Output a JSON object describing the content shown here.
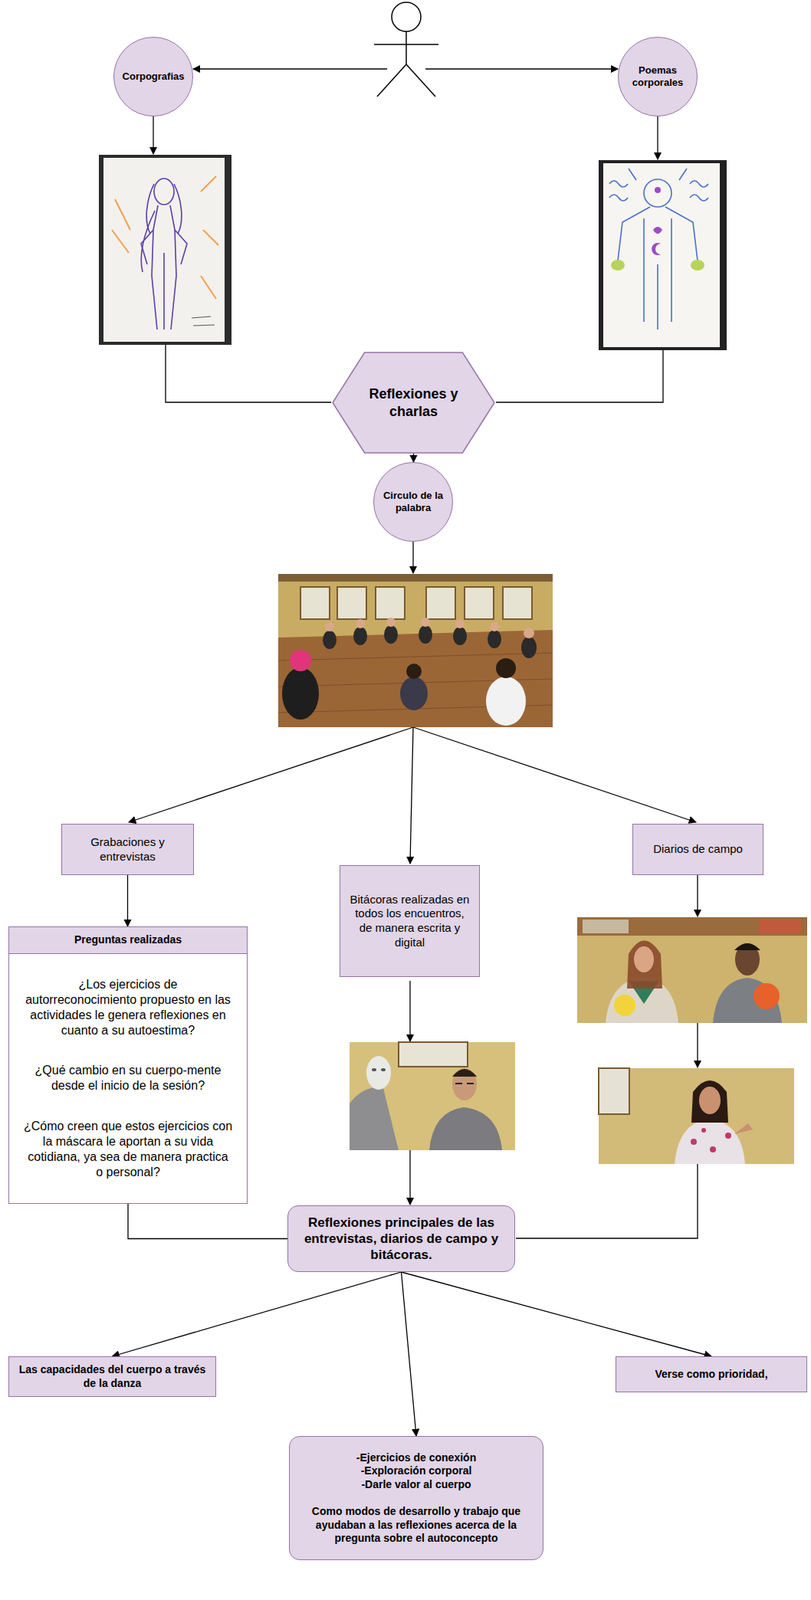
{
  "diagram": {
    "nodes": [
      {
        "text": [
          "Corpografias"
        ]
      },
      {
        "text": [
          "Poemas corporales"
        ]
      },
      {
        "text": [
          "Reflexiones y charlas"
        ]
      },
      {
        "text": [
          "Circulo de la palabra"
        ]
      },
      {
        "text": [
          "Grabaciones y entrevistas"
        ]
      },
      {
        "text": [
          "Bitácoras realizadas en todos los encuentros, de manera escrita y digital"
        ]
      },
      {
        "text": [
          "Diarios de campo"
        ]
      },
      {
        "text": [
          "Preguntas realizadas",
          "¿Los ejercicios de autorreconocimiento propuesto en las actividades le genera reflexiones en cuanto a su autoestima?",
          "¿Qué cambio en su cuerpo-mente desde el inicio de la sesión?",
          "¿Cómo creen que estos ejercicios con la máscara le aportan a su vida cotidiana, ya sea de manera practica o personal?"
        ]
      },
      {
        "text": [
          "Reflexiones principales de las entrevistas, diarios de campo y bitácoras."
        ]
      },
      {
        "text": [
          "Las capacidades del cuerpo a través de la danza"
        ]
      },
      {
        "text": [
          "-Ejercicios de conexión",
          "-Exploración corporal",
          "-Darle valor al cuerpo",
          "Como modos de desarrollo y trabajo que ayudaban a las reflexiones acerca de la pregunta sobre el autoconcepto"
        ]
      },
      {
        "text": [
          "Verse como prioridad,"
        ]
      }
    ],
    "edges": [
      {
        "from": 2,
        "to": 3,
        "arrow": "to"
      },
      {
        "from": 4,
        "to": 7,
        "arrow": "to"
      },
      {
        "from": 7,
        "to": 8,
        "arrow": "none"
      },
      {
        "from": 8,
        "to": 9,
        "arrow": "to"
      },
      {
        "from": 8,
        "to": 10,
        "arrow": "to"
      },
      {
        "from": 8,
        "to": 11,
        "arrow": "to"
      }
    ]
  }
}
